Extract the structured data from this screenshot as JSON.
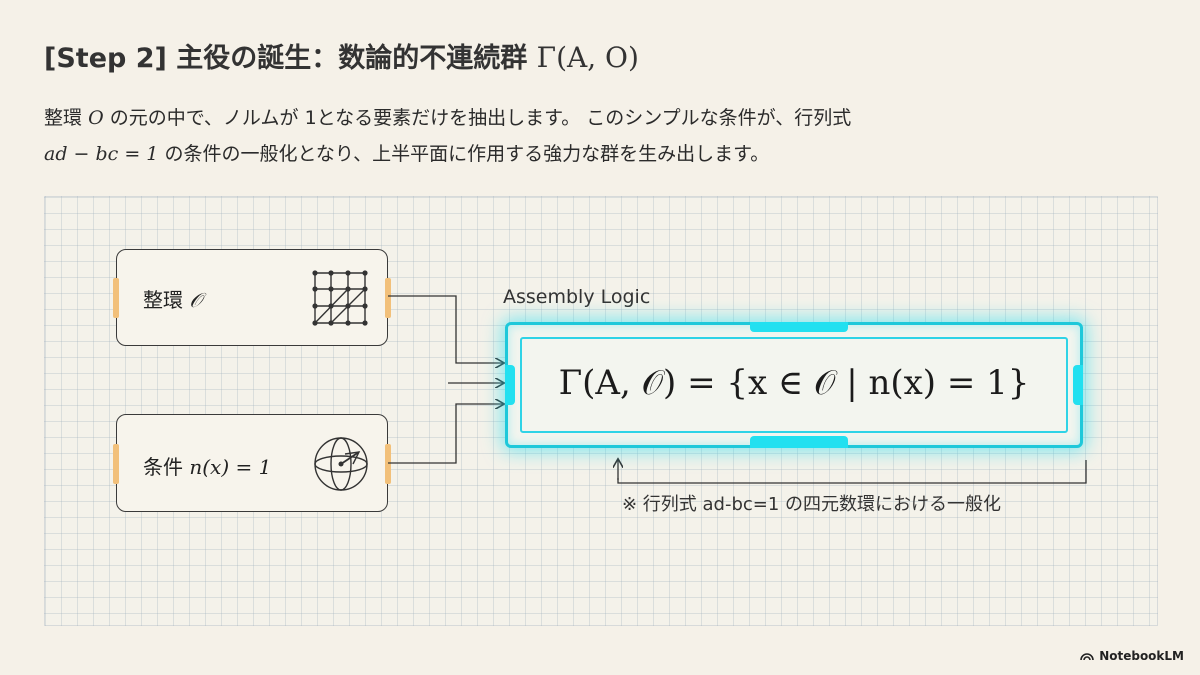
{
  "title": {
    "prefix": "[Step 2] 主役の誕生：数論的不連続群",
    "math": "Γ(A, O)"
  },
  "description": {
    "line1_a": "整環",
    "line1_math": "O",
    "line1_b": "の元の中で、ノルムが 1となる要素だけを抽出します。 このシンプルな条件が、行列式",
    "line2_math": "ad − bc = 1",
    "line2_b": "の条件の一般化となり、上半平面に作用する強力な群を生み出します。"
  },
  "diagram": {
    "order_box": {
      "label_text": "整環",
      "label_math": "𝒪",
      "icon": "lattice-icon"
    },
    "condition_box": {
      "label_text": "条件",
      "label_math": "n(x) = 1",
      "icon": "sphere-icon"
    },
    "assembly_label": "Assembly Logic",
    "formula": "Γ(A, 𝒪) = {x ∈ 𝒪 | n(x) = 1}",
    "footnote": "※ 行列式 ad-bc=1 の四元数環における一般化"
  },
  "brand": {
    "name": "NotebookLM",
    "icon": "notebooklm-logo-icon"
  },
  "colors": {
    "background": "#f5f1e8",
    "glow": "#1ec8da",
    "tab": "#f2c07a"
  }
}
